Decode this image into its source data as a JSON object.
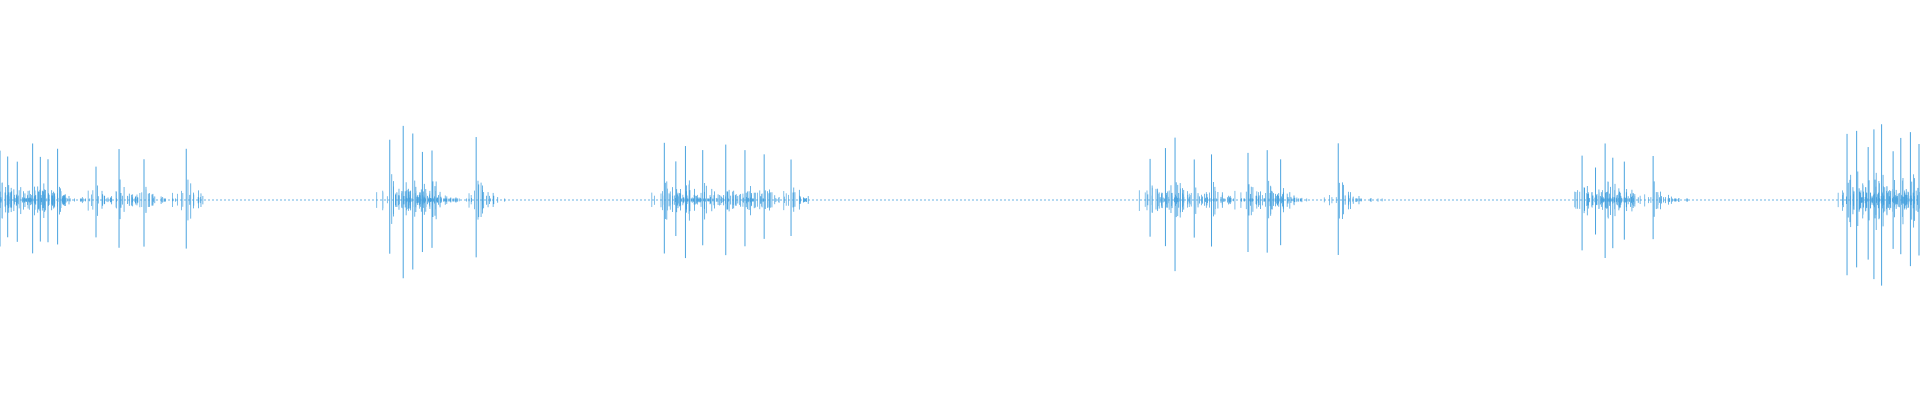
{
  "waveform": {
    "color": "#4aa3df",
    "baseline_color": "#4aa3df",
    "amplitude_max": 1.0,
    "bursts": [
      {
        "t": 0.0,
        "amp": 0.45,
        "spikes": [
          0.0,
          0.004,
          0.009,
          0.017,
          0.021,
          0.025,
          0.03,
          0.05,
          0.062,
          0.075,
          0.097
        ]
      },
      {
        "t": 0.2,
        "amp": 0.6,
        "spikes": [
          0.203,
          0.21,
          0.215,
          0.22,
          0.225,
          0.248
        ]
      },
      {
        "t": 0.345,
        "amp": 0.5,
        "spikes": [
          0.346,
          0.352,
          0.357,
          0.366,
          0.378,
          0.388,
          0.398,
          0.412
        ]
      },
      {
        "t": 0.598,
        "amp": 0.52,
        "spikes": [
          0.599,
          0.607,
          0.612,
          0.622,
          0.631,
          0.65,
          0.66,
          0.667,
          0.697
        ]
      },
      {
        "t": 0.822,
        "amp": 0.45,
        "spikes": [
          0.824,
          0.831,
          0.836,
          0.84,
          0.846,
          0.861
        ]
      },
      {
        "t": 0.96,
        "amp": 0.68,
        "spikes": [
          0.962,
          0.967,
          0.973,
          0.976,
          0.98,
          0.986,
          0.99,
          0.995,
          1.0
        ]
      }
    ],
    "isolated_ticks": [
      0.697
    ]
  }
}
